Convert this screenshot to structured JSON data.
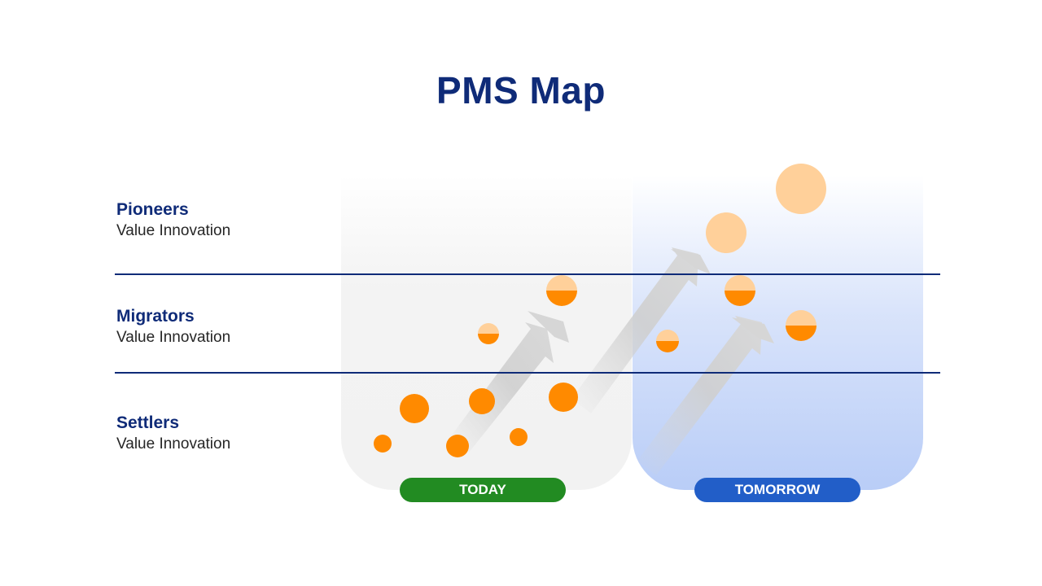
{
  "title": "PMS Map",
  "rows": [
    {
      "name": "Pioneers",
      "subtitle": "Value Innovation"
    },
    {
      "name": "Migrators",
      "subtitle": "Value Innovation"
    },
    {
      "name": "Settlers",
      "subtitle": "Value Innovation"
    }
  ],
  "columns": [
    {
      "label": "TODAY",
      "color": "#228b22"
    },
    {
      "label": "TOMORROW",
      "color": "#225ec8"
    }
  ],
  "colors": {
    "title": "#0f2b78",
    "divider": "#0f2b78",
    "dot_full": "#ff8a00",
    "dot_faded": "#ffd09a",
    "arrow": "#d4d4d4"
  }
}
